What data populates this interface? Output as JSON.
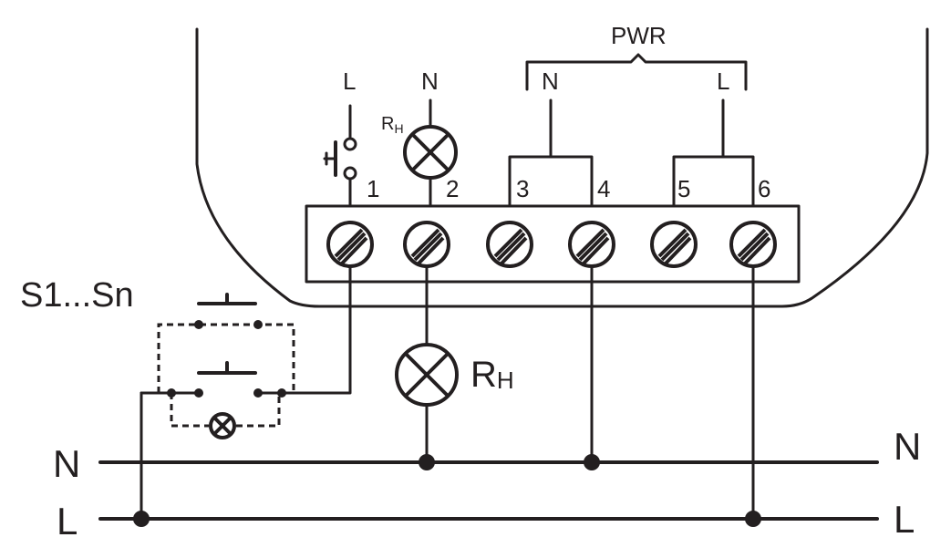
{
  "power_label": "PWR",
  "pwr_n_label": "N",
  "pwr_l_label": "L",
  "top_l_label": "L",
  "top_n_label": "N",
  "rh_small": {
    "main": "R",
    "sub": "H"
  },
  "rh_large": {
    "main": "R",
    "sub": "H"
  },
  "switches_label": "S1...Sn",
  "terminals": [
    {
      "number": "1"
    },
    {
      "number": "2"
    },
    {
      "number": "3"
    },
    {
      "number": "4"
    },
    {
      "number": "5"
    },
    {
      "number": "6"
    }
  ],
  "bus_left": {
    "n": "N",
    "l": "L"
  },
  "bus_right": {
    "n": "N",
    "l": "L"
  }
}
